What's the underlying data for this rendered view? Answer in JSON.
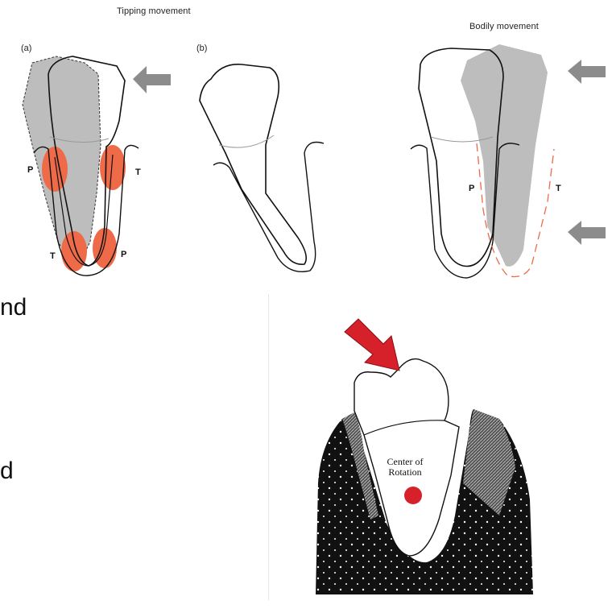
{
  "top": {
    "tipping_title": "Tipping movement",
    "bodily_title": "Bodily movement",
    "panel_a_label": "(a)",
    "panel_b_label": "(b)",
    "zone_labels": {
      "a_upper_left": "P",
      "a_upper_right": "T",
      "a_lower_left": "T",
      "a_lower_right": "P",
      "bodily_left": "P",
      "bodily_right": "T"
    }
  },
  "side_text": {
    "line1": "nd",
    "line2": "d"
  },
  "bottom_figure": {
    "center_label_line1": "Center of",
    "center_label_line2": "Rotation"
  },
  "colors": {
    "pressure_zone": "#ee6a48",
    "moved_tooth_shade": "#bdbdbd",
    "arrow_gray": "#8c8c8c",
    "arrow_red": "#d6202a",
    "bone": "#111111"
  }
}
